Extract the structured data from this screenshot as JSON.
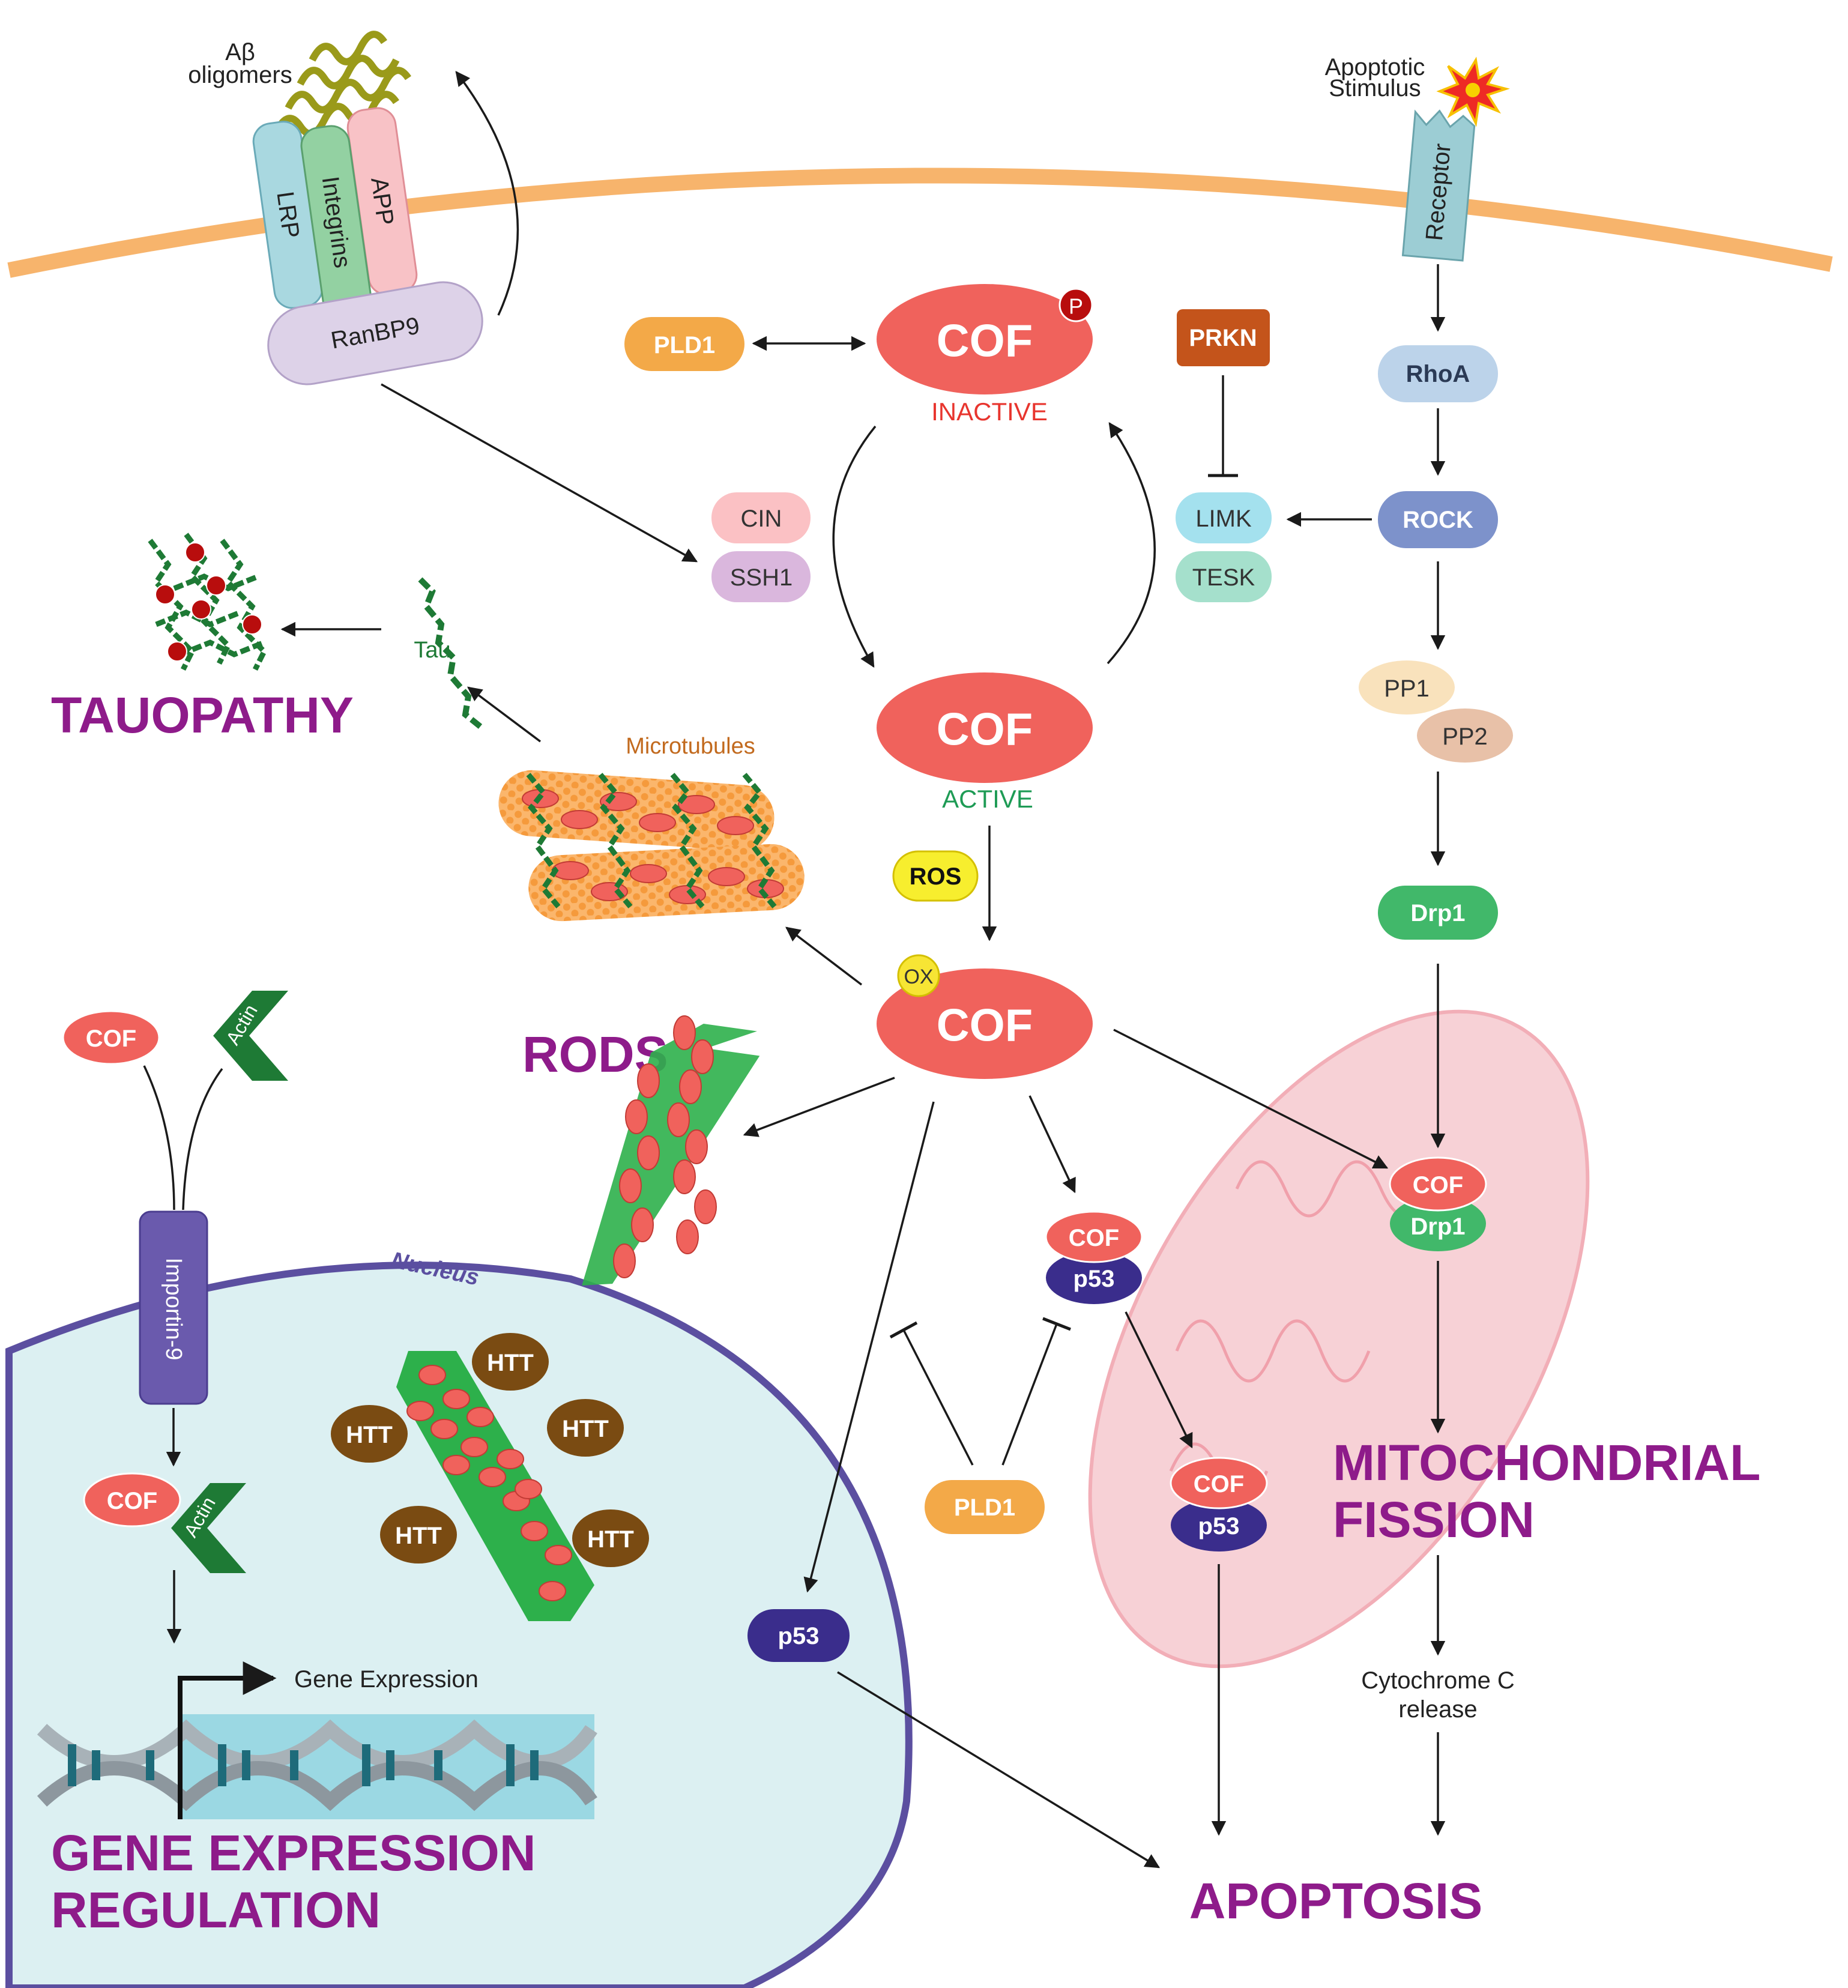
{
  "abeta": {
    "line1": "Aβ",
    "line2": "oligomers"
  },
  "receptor_complex": {
    "lrp": "LRP",
    "integrins": "Integrins",
    "app": "APP",
    "ranbp9": "RanBP9"
  },
  "apoptotic": {
    "line1": "Apoptotic",
    "line2": "Stimulus",
    "receptor": "Receptor"
  },
  "cof": {
    "label": "COF",
    "phospho": "P",
    "inactive": "INACTIVE",
    "active": "ACTIVE",
    "ox": "OX"
  },
  "nodes": {
    "pld1": "PLD1",
    "prkn": "PRKN",
    "rhoa": "RhoA",
    "rock": "ROCK",
    "limk": "LIMK",
    "tesk": "TESK",
    "cin": "CIN",
    "ssh1": "SSH1",
    "ros": "ROS",
    "pp1": "PP1",
    "pp2": "PP2",
    "drp1": "Drp1",
    "p53": "p53",
    "tau": "Tau",
    "microtubules": "Microtubules",
    "actin": "Actin",
    "importin": "Importin-9",
    "nucleus": "Nucleus",
    "htt": "HTT",
    "gene_expression": "Gene Expression",
    "cytochrome_line1": "Cytochrome C",
    "cytochrome_line2": "release"
  },
  "outcomes": {
    "tauopathy": "TAUOPATHY",
    "rods": "RODS",
    "mito_line1": "MITOCHONDRIAL",
    "mito_line2": "FISSION",
    "gene_line1": "GENE EXPRESSION",
    "gene_line2": "REGULATION",
    "apoptosis": "APOPTOSIS"
  },
  "colors": {
    "membrane": "#f7b46c",
    "cof": "#f0625c",
    "outcome": "#8e1b8a",
    "inactive_label": "#e8352e",
    "active_label": "#1e9b55",
    "nucleus_fill": "#dcf0f2",
    "nucleus_border": "#5b4fa0",
    "actin": "#1e7a35",
    "mitochondria": "#f6c9cf"
  }
}
